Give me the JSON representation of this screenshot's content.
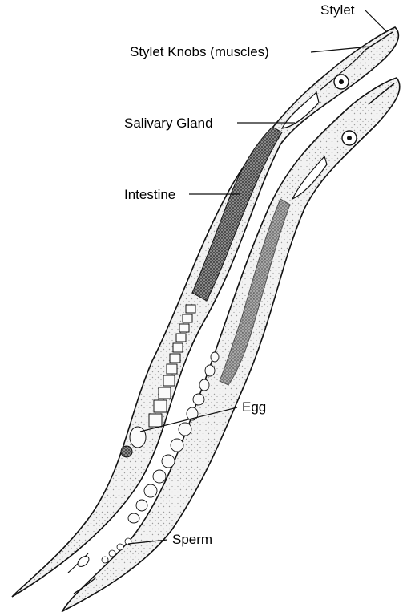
{
  "figure": {
    "labels": {
      "stylet": "Stylet",
      "stylet_knobs": "Stylet Knobs (muscles)",
      "salivary_gland": "Salivary Gland",
      "intestine": "Intestine",
      "egg": "Egg",
      "sperm": "Sperm"
    }
  }
}
